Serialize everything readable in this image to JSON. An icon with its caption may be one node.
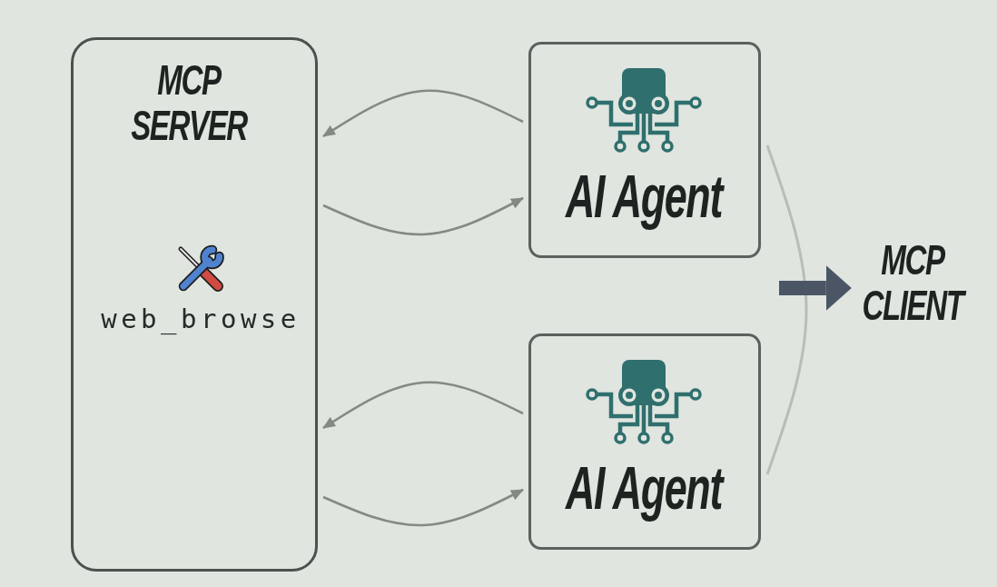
{
  "diagram": {
    "nodes": [
      {
        "text": [
          "MCP SERVER",
          "web_browse"
        ]
      },
      {
        "text": [
          "AI Agent"
        ]
      },
      {
        "text": [
          "AI Agent"
        ]
      },
      {
        "text": [
          "MCP CLIENT"
        ]
      }
    ],
    "edges": [
      {
        "from": 1,
        "to": 0,
        "arrow": "to"
      },
      {
        "from": 0,
        "to": 1,
        "arrow": "to"
      },
      {
        "from": 2,
        "to": 0,
        "arrow": "to"
      },
      {
        "from": 0,
        "to": 2,
        "arrow": "to"
      },
      {
        "from": null,
        "to": 3,
        "arrow": "to",
        "style": "thick",
        "color": "#4a5565"
      }
    ]
  }
}
